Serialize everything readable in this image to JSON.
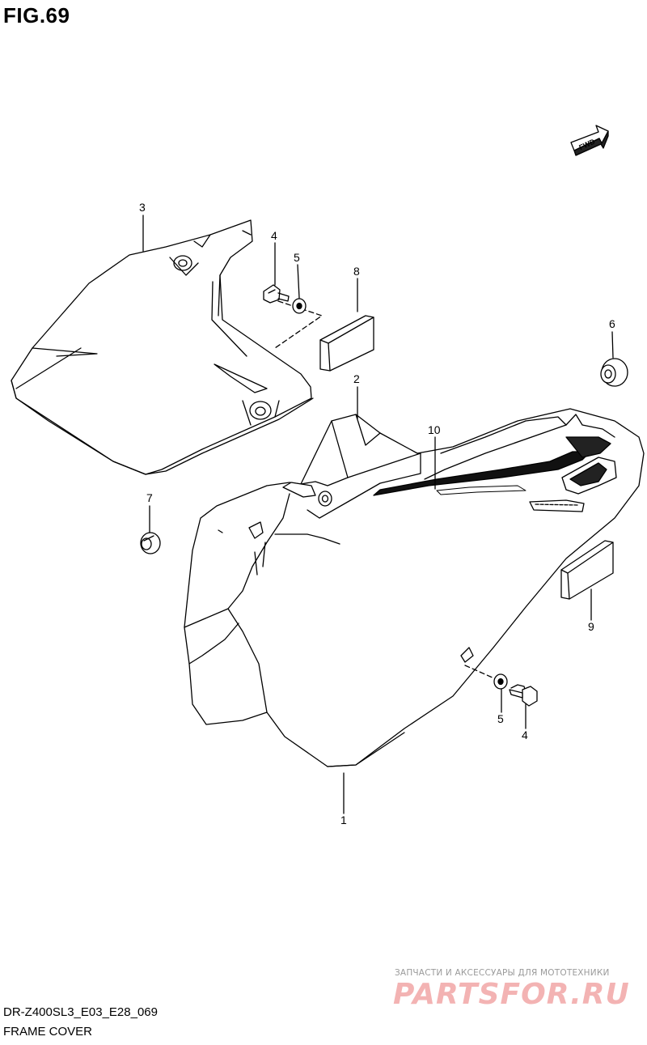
{
  "figure": {
    "title": "FIG.69",
    "model_code": "DR-Z400SL3_E03_E28_069",
    "section_name": "FRAME COVER"
  },
  "fwd_badge": {
    "label": "FWD"
  },
  "callouts": [
    {
      "id": "c1",
      "label": "1"
    },
    {
      "id": "c2",
      "label": "2"
    },
    {
      "id": "c3",
      "label": "3"
    },
    {
      "id": "c4a",
      "label": "4"
    },
    {
      "id": "c5a",
      "label": "5"
    },
    {
      "id": "c6",
      "label": "6"
    },
    {
      "id": "c7",
      "label": "7"
    },
    {
      "id": "c8",
      "label": "8"
    },
    {
      "id": "c9",
      "label": "9"
    },
    {
      "id": "c10",
      "label": "10"
    },
    {
      "id": "c5b",
      "label": "5"
    },
    {
      "id": "c4b",
      "label": "4"
    }
  ],
  "watermark": {
    "tagline": "ЗАПЧАСТИ И АКСЕССУАРЫ ДЛЯ МОТОТЕХНИКИ",
    "brand": "PARTSFOR.RU"
  }
}
